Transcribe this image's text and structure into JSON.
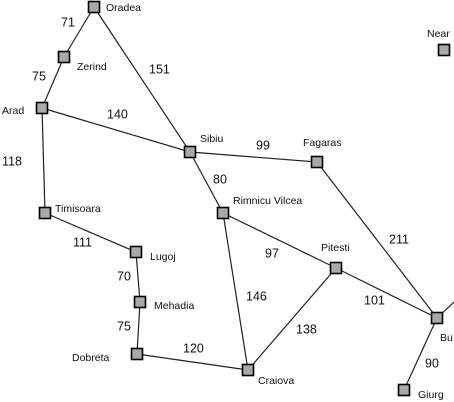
{
  "cities": [
    {
      "id": "oradea",
      "label": "Oradea"
    },
    {
      "id": "zerind",
      "label": "Zerind"
    },
    {
      "id": "arad",
      "label": "Arad"
    },
    {
      "id": "timisoara",
      "label": "Timisoara"
    },
    {
      "id": "lugoj",
      "label": "Lugoj"
    },
    {
      "id": "mehadia",
      "label": "Mehadia"
    },
    {
      "id": "dobreta",
      "label": "Dobreta"
    },
    {
      "id": "craiova",
      "label": "Craiova"
    },
    {
      "id": "sibiu",
      "label": "Sibiu"
    },
    {
      "id": "rimnicu-vilcea",
      "label": "Rimnicu Vilcea"
    },
    {
      "id": "fagaras",
      "label": "Fagaras"
    },
    {
      "id": "pitesti",
      "label": "Pitesti"
    },
    {
      "id": "bucharest",
      "label": "Bu"
    },
    {
      "id": "giurgiu",
      "label": "Giurg"
    },
    {
      "id": "neamt",
      "label": "Near"
    }
  ],
  "roads": [
    {
      "from": "oradea",
      "to": "zerind",
      "distance": "71"
    },
    {
      "from": "zerind",
      "to": "arad",
      "distance": "75"
    },
    {
      "from": "oradea",
      "to": "sibiu",
      "distance": "151"
    },
    {
      "from": "arad",
      "to": "sibiu",
      "distance": "140"
    },
    {
      "from": "arad",
      "to": "timisoara",
      "distance": "118"
    },
    {
      "from": "timisoara",
      "to": "lugoj",
      "distance": "111"
    },
    {
      "from": "lugoj",
      "to": "mehadia",
      "distance": "70"
    },
    {
      "from": "mehadia",
      "to": "dobreta",
      "distance": "75"
    },
    {
      "from": "dobreta",
      "to": "craiova",
      "distance": "120"
    },
    {
      "from": "sibiu",
      "to": "fagaras",
      "distance": "99"
    },
    {
      "from": "sibiu",
      "to": "rimnicu-vilcea",
      "distance": "80"
    },
    {
      "from": "rimnicu-vilcea",
      "to": "pitesti",
      "distance": "97"
    },
    {
      "from": "rimnicu-vilcea",
      "to": "craiova",
      "distance": "146"
    },
    {
      "from": "craiova",
      "to": "pitesti",
      "distance": "138"
    },
    {
      "from": "fagaras",
      "to": "bucharest",
      "distance": "211"
    },
    {
      "from": "pitesti",
      "to": "bucharest",
      "distance": "101"
    },
    {
      "from": "bucharest",
      "to": "giurgiu",
      "distance": "90"
    }
  ],
  "colors": {
    "node_fill": "#a9a9a9",
    "node_stroke": "#000000",
    "edge": "#222222",
    "text": "#111111",
    "background": "#ffffff"
  }
}
